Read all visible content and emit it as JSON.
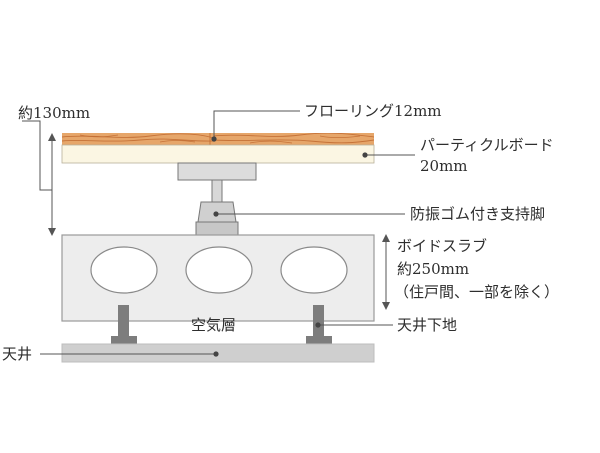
{
  "labels": {
    "total_height": "約130mm",
    "flooring": "フローリング12mm",
    "particle_board": "パーティクルボード",
    "particle_board_thickness": "20mm",
    "rubber_support": "防振ゴム付き支持脚",
    "void_slab": "ボイドスラブ",
    "void_slab_thickness": "約250mm",
    "void_slab_note": "（住戸間、一部を除く）",
    "air_layer": "空気層",
    "ceiling_base": "天井下地",
    "ceiling": "天井"
  },
  "colors": {
    "wood_base": "#e6a66a",
    "wood_grain": "#c06a30",
    "particle_board": "#fbf6e3",
    "slab_fill": "#ededed",
    "slab_stroke": "#9a9a9a",
    "ceiling_fill": "#cfcfcf",
    "support_metal": "#7d7d7d",
    "leader_line": "#555555"
  }
}
